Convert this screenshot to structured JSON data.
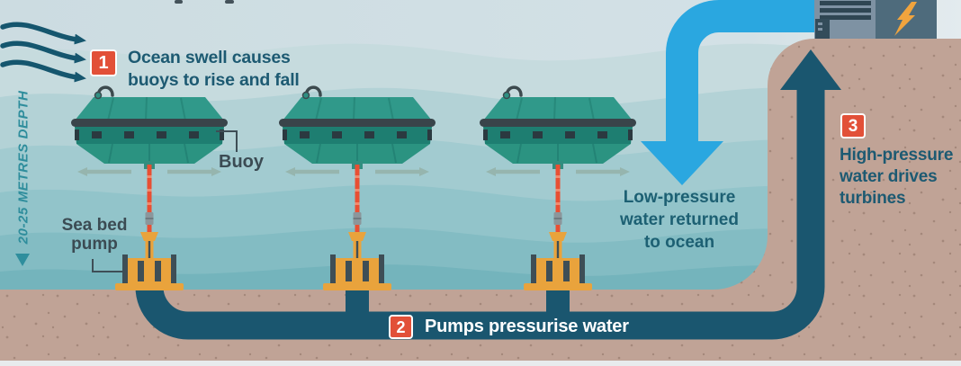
{
  "meta": {
    "description": "Wave energy infographic: ocean swell drives buoys, sea bed pumps pressurise water, onshore turbines generate power"
  },
  "annotations": {
    "step1": {
      "number": "1",
      "text": "Ocean swell causes\nbuoys to rise and fall"
    },
    "step2": {
      "number": "2",
      "text": "Pumps pressurise water"
    },
    "step3": {
      "number": "3",
      "text": "High-pressure\nwater drives\nturbines"
    },
    "low_pressure": {
      "text": "Low-pressure\nwater returned\nto ocean"
    },
    "buoy_label": "Buoy",
    "seabed_pump_label": "Sea bed\npump",
    "depth_label": "20-25 METRES DEPTH"
  },
  "icons": {
    "wind-arrows-icon": "three curved flow arrows →",
    "down-arrow-icon": "⬇ water return arrow",
    "up-arrow-icon": "⬆ high-pressure arrow",
    "lightning-icon": "⚡",
    "depth-arrow-icon": "▼",
    "motion-arrow-icon": "↔ buoy sway arrows"
  },
  "colors": {
    "badge_background": "#e25038",
    "badge_text": "#ffffff",
    "annotation_text": "#1d5a72",
    "label_text": "#3b4b53",
    "depth_text": "#2e8d9c",
    "sky": "#cfdee3",
    "water_shallow": "#c6dbde",
    "water_deep": "#74b4bc",
    "seabed": "#c0a396",
    "seabed_speckle": "#8d7164",
    "pipe": "#1a566f",
    "return_arrow_blue": "#2aa7e0",
    "buoy_teal": "#30998a",
    "buoy_fender": "#39444a",
    "pump_orange": "#e9a33c",
    "tether_red": "#e84f33",
    "building_left": "#7e92a3",
    "building_right": "#4e6b7c",
    "lightning_orange": "#f0a43e"
  }
}
